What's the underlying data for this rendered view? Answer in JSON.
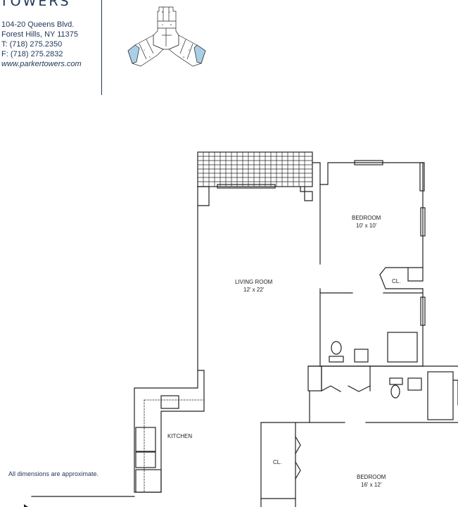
{
  "header": {
    "title": "TOWERS",
    "address_line1": "104-20 Queens Blvd.",
    "address_line2": "Forest Hills, NY 11375",
    "phone": "T: (718) 275.2350",
    "fax": "F: (718) 275.2832",
    "website": "www.parkertowers.com"
  },
  "rooms": {
    "bedroom_1": {
      "name": "BEDROOM",
      "size": "10' x 10'"
    },
    "living_room": {
      "name": "LIVING ROOM",
      "size": "12' x 22'"
    },
    "closet_1": {
      "name": "CL."
    },
    "kitchen": {
      "name": "KITCHEN"
    },
    "closet_2": {
      "name": "CL."
    },
    "bedroom_2": {
      "name": "BEDROOM",
      "size": "16' x 12'"
    }
  },
  "disclaimer": "All dimensions are approximate.",
  "colors": {
    "brand_navy": "#1f3556",
    "line": "#222222",
    "keyplan_highlight": "#a9cfe6"
  }
}
